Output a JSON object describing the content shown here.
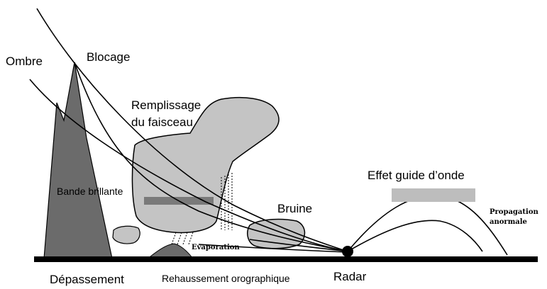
{
  "labels": {
    "ombre": "Ombre",
    "blocage": "Blocage",
    "remplissage_line1": "Remplissage",
    "remplissage_line2": "du faisceau",
    "bande_brillante": "Bande brillante",
    "bruine": "Bruine",
    "effet_guide": "Effet guide d’onde",
    "propagation_line1": "Propagation",
    "propagation_line2": "anormale",
    "evaporation": "Evaporation",
    "depassement": "Dépassement",
    "rehaussement": "Rehaussement orographique",
    "radar": "Radar"
  },
  "colors": {
    "mountain": "#6b6b6b",
    "cloud": "#c4c4c4",
    "bright_band": "#7a7a7a",
    "duct_band": "#bdbdbd",
    "ground": "#000000",
    "line": "#000000"
  }
}
